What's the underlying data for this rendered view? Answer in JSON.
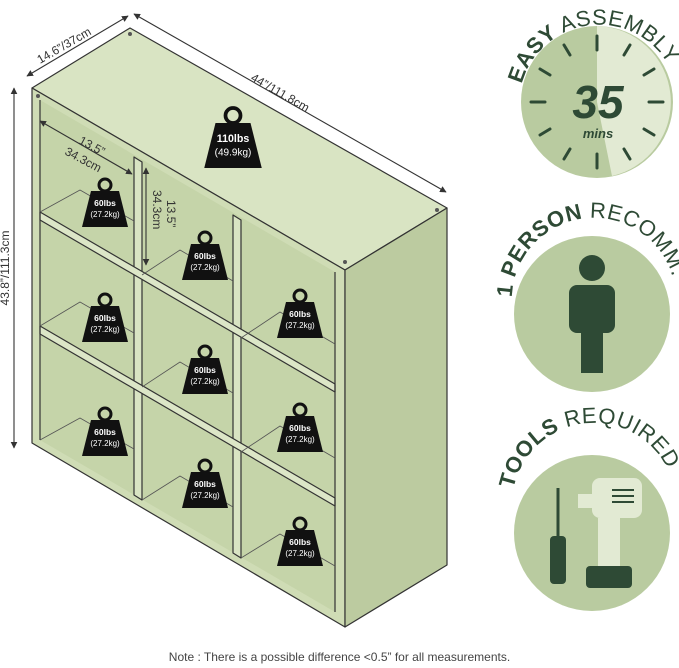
{
  "dimensions": {
    "depth": "14.6”/37cm",
    "width": "44”/111.8cm",
    "height": "43.8”/111.3cm",
    "cube_width_in": "13.5”",
    "cube_width_cm": "34.3cm",
    "cube_height_in": "13.5”",
    "cube_height_cm": "34.3cm"
  },
  "weights": {
    "top": {
      "line1": "110lbs",
      "line2": "(49.9kg)"
    },
    "cube": {
      "line1": "60lbs",
      "line2": "(27.2kg)"
    }
  },
  "features": {
    "assembly": {
      "bold": "EASY",
      "light": " ASSEMBLY",
      "number": "35",
      "unit": "mins"
    },
    "person": {
      "bold": "1 PERSON",
      "light": " RECOMM."
    },
    "tools": {
      "bold": "TOOLS",
      "light": " REQUIRED"
    }
  },
  "note": "Note : There is a possible difference <0.5” for all measurements.",
  "colors": {
    "shelf": "#cfdcb5",
    "edge": "#333333",
    "badge_bg": "#b9cba0",
    "badge_dark": "#2e4a35",
    "badge_light": "#e2ead3"
  }
}
